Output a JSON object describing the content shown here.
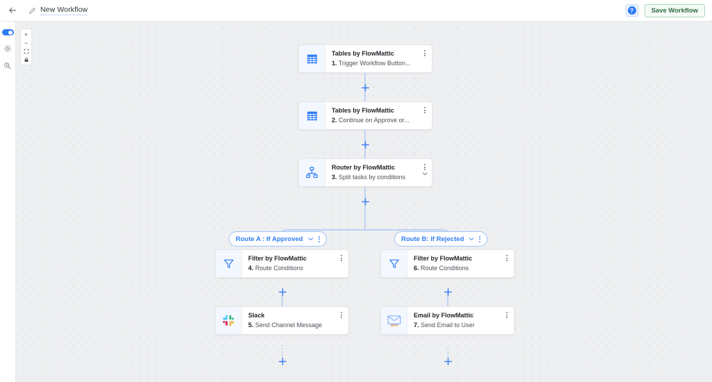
{
  "topbar": {
    "back_icon": "arrow-left-icon",
    "pencil_icon": "pencil-icon",
    "workflow_title": "New Workflow",
    "help_label": "?",
    "save_label": "Save Workflow"
  },
  "rail": {
    "items": [
      {
        "name": "workflow-status-toggle",
        "icon": "toggle-on-icon",
        "state": "on"
      },
      {
        "name": "settings",
        "icon": "gear-icon"
      },
      {
        "name": "history",
        "icon": "history-icon"
      }
    ]
  },
  "zoom_controls": [
    {
      "name": "zoom-in",
      "icon": "plus-icon",
      "glyph": "+"
    },
    {
      "name": "zoom-out",
      "icon": "minus-icon",
      "glyph": "−"
    },
    {
      "name": "fit-view",
      "icon": "fit-screen-icon",
      "glyph": "⛶"
    },
    {
      "name": "lock-canvas",
      "icon": "lock-icon",
      "glyph": "■"
    }
  ],
  "nodes": [
    {
      "id": "n1",
      "icon": "table-icon",
      "title": "Tables by FlowMattic",
      "step": "1.",
      "action": "Trigger Workflow Button...",
      "has_chevron": false
    },
    {
      "id": "n2",
      "icon": "table-icon",
      "title": "Tables by FlowMattic",
      "step": "2.",
      "action": "Continue on Approve or...",
      "has_chevron": false
    },
    {
      "id": "n3",
      "icon": "router-icon",
      "title": "Router by FlowMattic",
      "step": "3.",
      "action": "Split tasks by conditions",
      "has_chevron": true
    },
    {
      "id": "n4",
      "icon": "filter-icon",
      "title": "Filter by FlowMattic",
      "step": "4.",
      "action": "Route Conditions",
      "has_chevron": false
    },
    {
      "id": "n5",
      "icon": "slack-icon",
      "title": "Slack",
      "step": "5.",
      "action": "Send Channel Message",
      "has_chevron": false
    },
    {
      "id": "n6",
      "icon": "filter-icon",
      "title": "Filter by FlowMattic",
      "step": "6.",
      "action": "Route Conditions",
      "has_chevron": false
    },
    {
      "id": "n7",
      "icon": "email-smtp-icon",
      "title": "Email by FlowMattic",
      "step": "7.",
      "action": "Send Email to User",
      "has_chevron": false
    }
  ],
  "routes": [
    {
      "id": "routeA",
      "label": "Route A : If Approved"
    },
    {
      "id": "routeB",
      "label": "Route B: If Rejected"
    }
  ],
  "add_steps": [
    {
      "id": "add-after-1"
    },
    {
      "id": "add-after-2"
    },
    {
      "id": "add-after-3"
    },
    {
      "id": "add-route-a-filter"
    },
    {
      "id": "add-route-a-end"
    },
    {
      "id": "add-route-b-filter"
    },
    {
      "id": "add-route-b-end"
    }
  ],
  "colors": {
    "accent": "#2f7df4",
    "edge": "#a9c9f7",
    "canvas": "#eeeff0",
    "save_border": "#a8d8b9"
  }
}
